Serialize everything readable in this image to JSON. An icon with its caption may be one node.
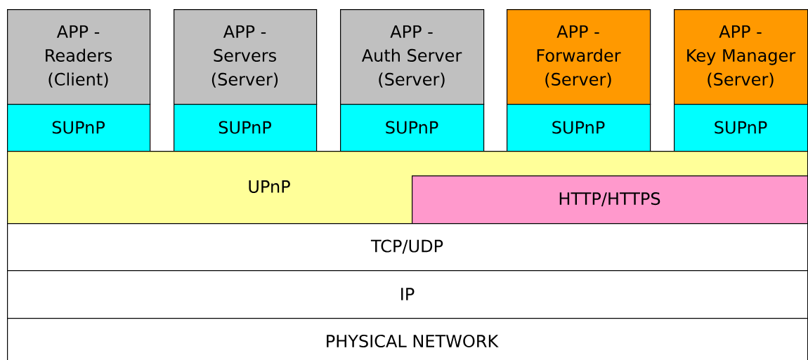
{
  "diagram": {
    "nodes": [
      {
        "text": [
          "APP - Readers (Client)"
        ]
      },
      {
        "text": [
          "APP - Servers (Server)"
        ]
      },
      {
        "text": [
          "APP - Auth Server (Server)"
        ]
      },
      {
        "text": [
          "APP - Forwarder (Server)"
        ]
      },
      {
        "text": [
          "APP - Key Manager (Server)"
        ]
      },
      {
        "text": [
          "SUPnP"
        ]
      },
      {
        "text": [
          "SUPnP"
        ]
      },
      {
        "text": [
          "SUPnP"
        ]
      },
      {
        "text": [
          "SUPnP"
        ]
      },
      {
        "text": [
          "SUPnP"
        ]
      },
      {
        "text": [
          "UPnP"
        ]
      },
      {
        "text": [
          "HTTP/HTTPS"
        ],
        "in": 10
      },
      {
        "text": [
          "TCP/UDP"
        ]
      },
      {
        "text": [
          "IP"
        ]
      },
      {
        "text": [
          "PHYSICAL NETWORK"
        ]
      }
    ],
    "edges": []
  }
}
